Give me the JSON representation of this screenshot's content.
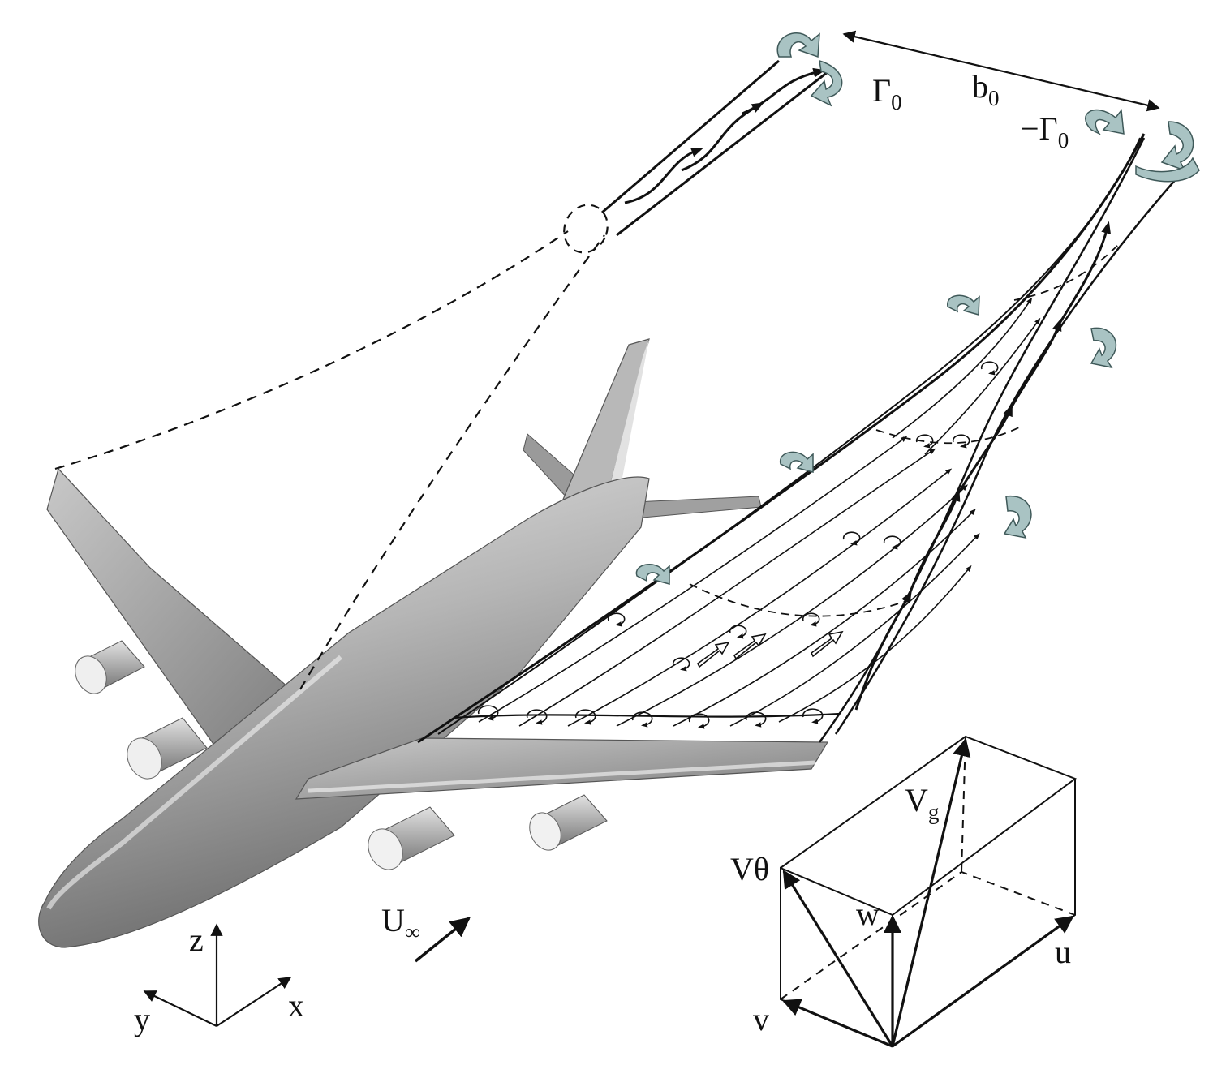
{
  "labels": {
    "gamma_left": "Γ",
    "gamma_left_sub": "0",
    "gamma_right": "−Γ",
    "gamma_right_sub": "0",
    "span": "b",
    "span_sub": "0",
    "freestream": "U",
    "freestream_sub": "∞",
    "axis_z": "z",
    "axis_y": "y",
    "axis_x": "x",
    "vel_g": "V",
    "vel_g_sub": "g",
    "vel_theta": "Vθ",
    "vel_w": "w",
    "vel_u": "u",
    "vel_v": "v"
  },
  "colors": {
    "ink": "#111111",
    "rotation_arrow": "#a9c3c3",
    "rotation_arrow_edge": "#3f5959",
    "aircraft_light": "#d9d9d9",
    "aircraft_dark": "#6e6e6e"
  }
}
